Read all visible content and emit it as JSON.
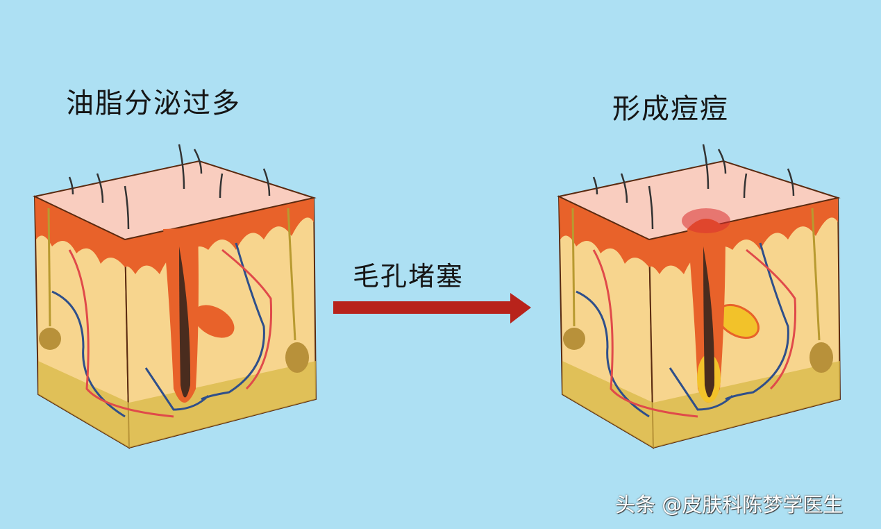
{
  "labels": {
    "left_title": "油脂分泌过多",
    "right_title": "形成痘痘",
    "arrow_label": "毛孔堵塞"
  },
  "credit": "头条 @皮肤科陈梦学医生",
  "colors": {
    "background": "#ade0f3",
    "arrow": "#b8231b",
    "skin_top": "#f9cdbf",
    "epidermis": "#e8622a",
    "dermis": "#f7d58e",
    "fat": "#d8b845",
    "vein": "#2f4f8a",
    "artery": "#e04a4a",
    "pimple_pus": "#f2c22a"
  }
}
